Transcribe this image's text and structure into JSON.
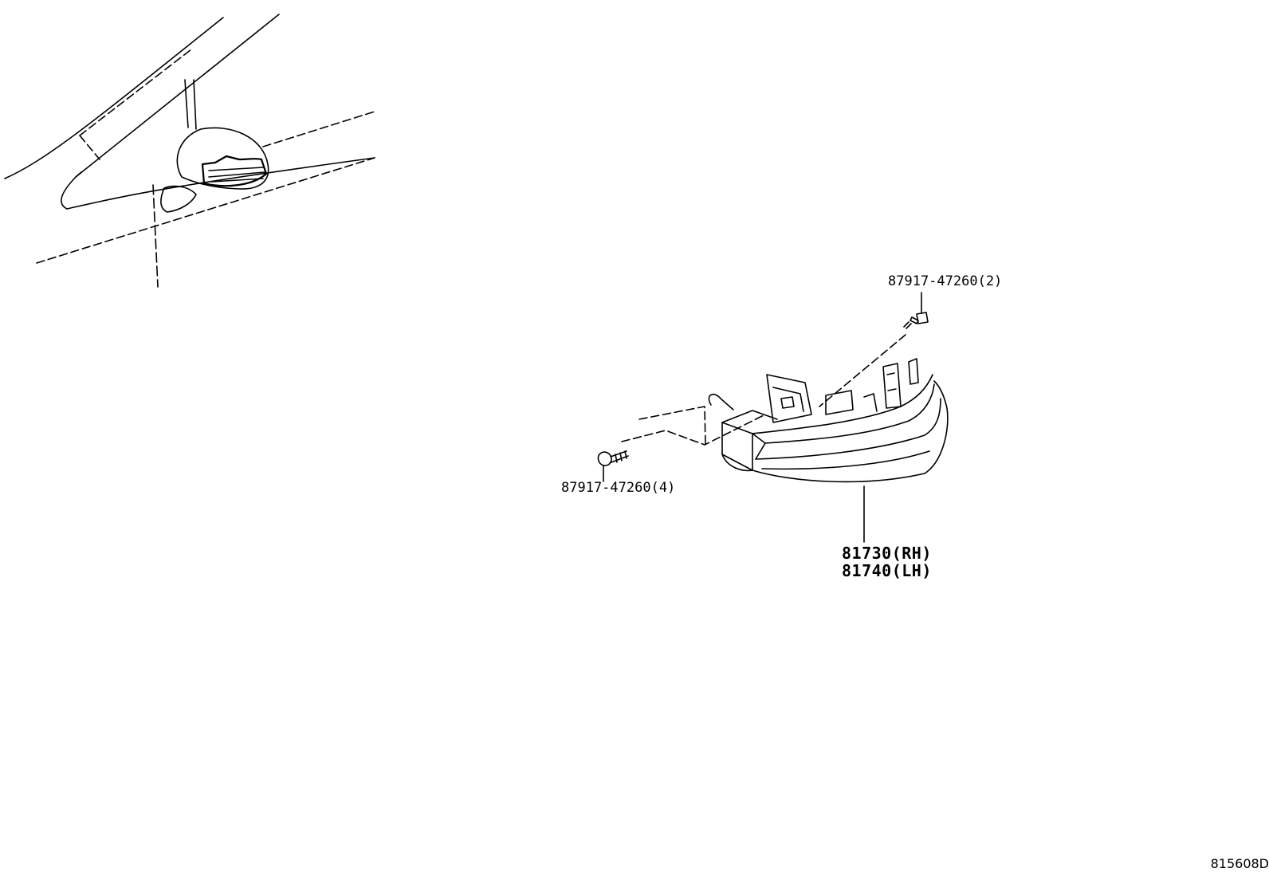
{
  "callouts": {
    "upper_screw": "87917-47260(2)",
    "lower_screw": "87917-47260(4)",
    "lamp_rh": "81730(RH)",
    "lamp_lh": "81740(LH)"
  },
  "illustration_id": "815608D"
}
